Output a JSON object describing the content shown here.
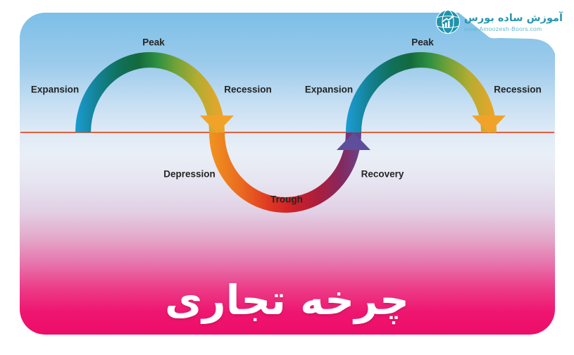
{
  "brand": {
    "logo_name": "آموزش ساده بورس",
    "logo_url": "www.Amoozesh-Boors.com"
  },
  "title": "چرخه تجاری",
  "diagram": {
    "phases": [
      {
        "id": "expansion-1",
        "label": "Expansion"
      },
      {
        "id": "peak-1",
        "label": "Peak"
      },
      {
        "id": "recession-1",
        "label": "Recession"
      },
      {
        "id": "depression",
        "label": "Depression"
      },
      {
        "id": "trough",
        "label": "Trough"
      },
      {
        "id": "recovery",
        "label": "Recovery"
      },
      {
        "id": "expansion-2",
        "label": "Expansion"
      },
      {
        "id": "peak-2",
        "label": "Peak"
      },
      {
        "id": "recession-2",
        "label": "Recession"
      }
    ],
    "colors": {
      "baseline": "#e2613f",
      "expansion_blue": "#1b9bd3",
      "peak_green": "#2e8f41",
      "recession_gold": "#f0a328",
      "depression_orange": "#f0941f",
      "trough_red": "#cf2127",
      "recovery_purple": "#5e4f9c",
      "label_text": "#242424",
      "logo_teal": "#2b96ae",
      "background_top": "#7cbfe7",
      "background_bottom": "#ed0d69",
      "title_color": "#ffffff"
    }
  }
}
